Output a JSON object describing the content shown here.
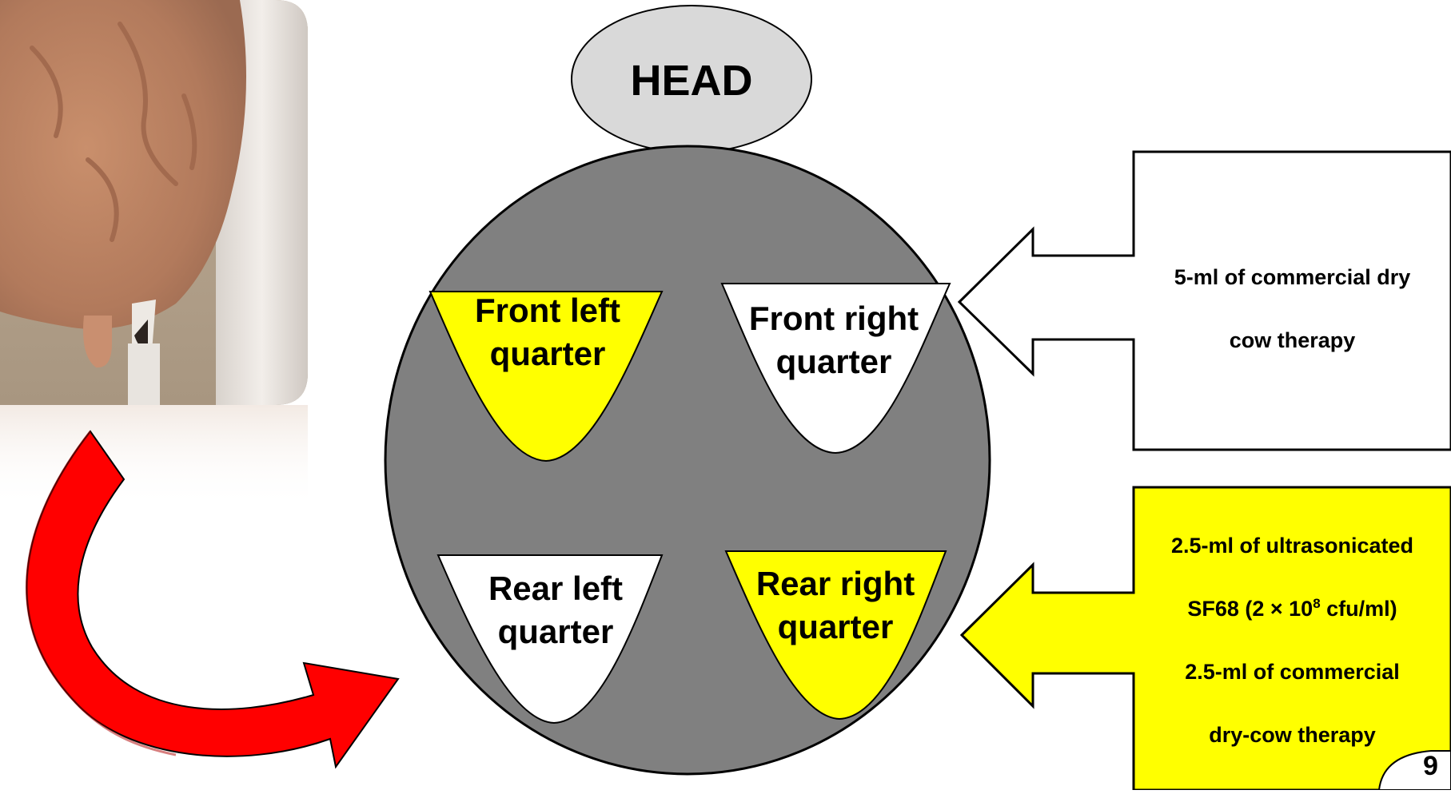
{
  "head": {
    "label": "HEAD"
  },
  "quarters": [
    {
      "label": "Front left quarter",
      "fill": "#ffff00"
    },
    {
      "label": "Front right quarter",
      "fill": "#ffffff"
    },
    {
      "label": "Rear left quarter",
      "fill": "#ffffff"
    },
    {
      "label": "Rear right quarter",
      "fill": "#ffff00"
    }
  ],
  "treatments": {
    "commercial": {
      "line1": "5-ml of commercial dry",
      "line2": "cow therapy",
      "fill": "#ffffff"
    },
    "combined": {
      "line1": "2.5-ml of ultrasonicated",
      "line2_pre": "SF68 (2 × 10",
      "line2_sup": "8",
      "line2_post": " cfu/ml)",
      "line3": "2.5-ml of commercial",
      "line4": "dry-cow therapy",
      "fill": "#ffff00"
    }
  },
  "page_number": "9",
  "colors": {
    "udder_body": "#808080",
    "head_oval": "#d9d9d9",
    "curved_arrow": "#ff0000",
    "highlight": "#ffff00"
  },
  "photo": {
    "description_icon": "udder-photo"
  }
}
